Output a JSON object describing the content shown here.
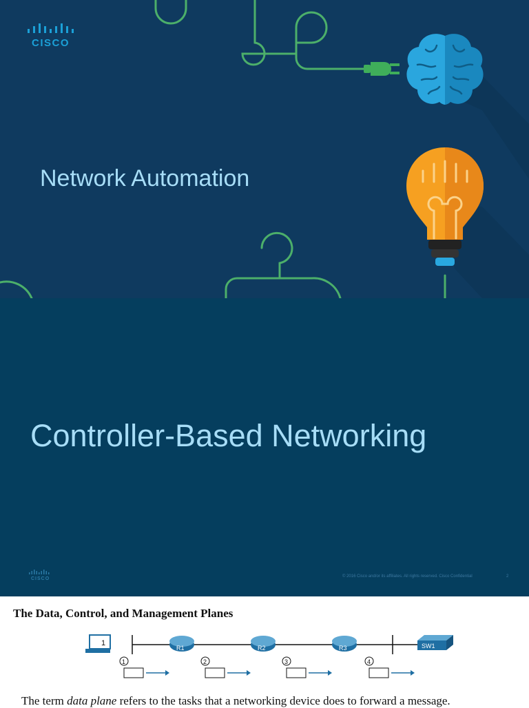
{
  "slide1": {
    "brand": "CISCO",
    "title": "Network Automation"
  },
  "slide2": {
    "title": "Controller-Based Networking",
    "brand": "CISCO",
    "footer": "© 2016  Cisco and/or its affiliates. All rights reserved.   Cisco Confidential",
    "page_number": "2"
  },
  "document": {
    "heading": "The Data, Control, and Management Planes",
    "diagram": {
      "pc_label": "1",
      "devices": [
        "R1",
        "R2",
        "R3",
        "SW1"
      ],
      "steps": [
        "1",
        "2",
        "3",
        "4"
      ]
    },
    "body_before": "The term ",
    "body_term": "data plane",
    "body_after": " refers to the tasks that a networking device does to forward a message."
  },
  "colors": {
    "slide1_bg": "#0f3a5f",
    "slide2_bg": "#053e5e",
    "title_text": "#a7ddf7",
    "green_line": "#4caf6a",
    "brain_blue": "#29a8e0",
    "bulb_orange": "#f39a1e",
    "device_blue": "#1f6fa3"
  },
  "icons": [
    "cisco-logo-icon",
    "plug-icon",
    "brain-icon",
    "lightbulb-icon",
    "pc-icon",
    "router-icon",
    "switch-icon",
    "packet-icon"
  ]
}
